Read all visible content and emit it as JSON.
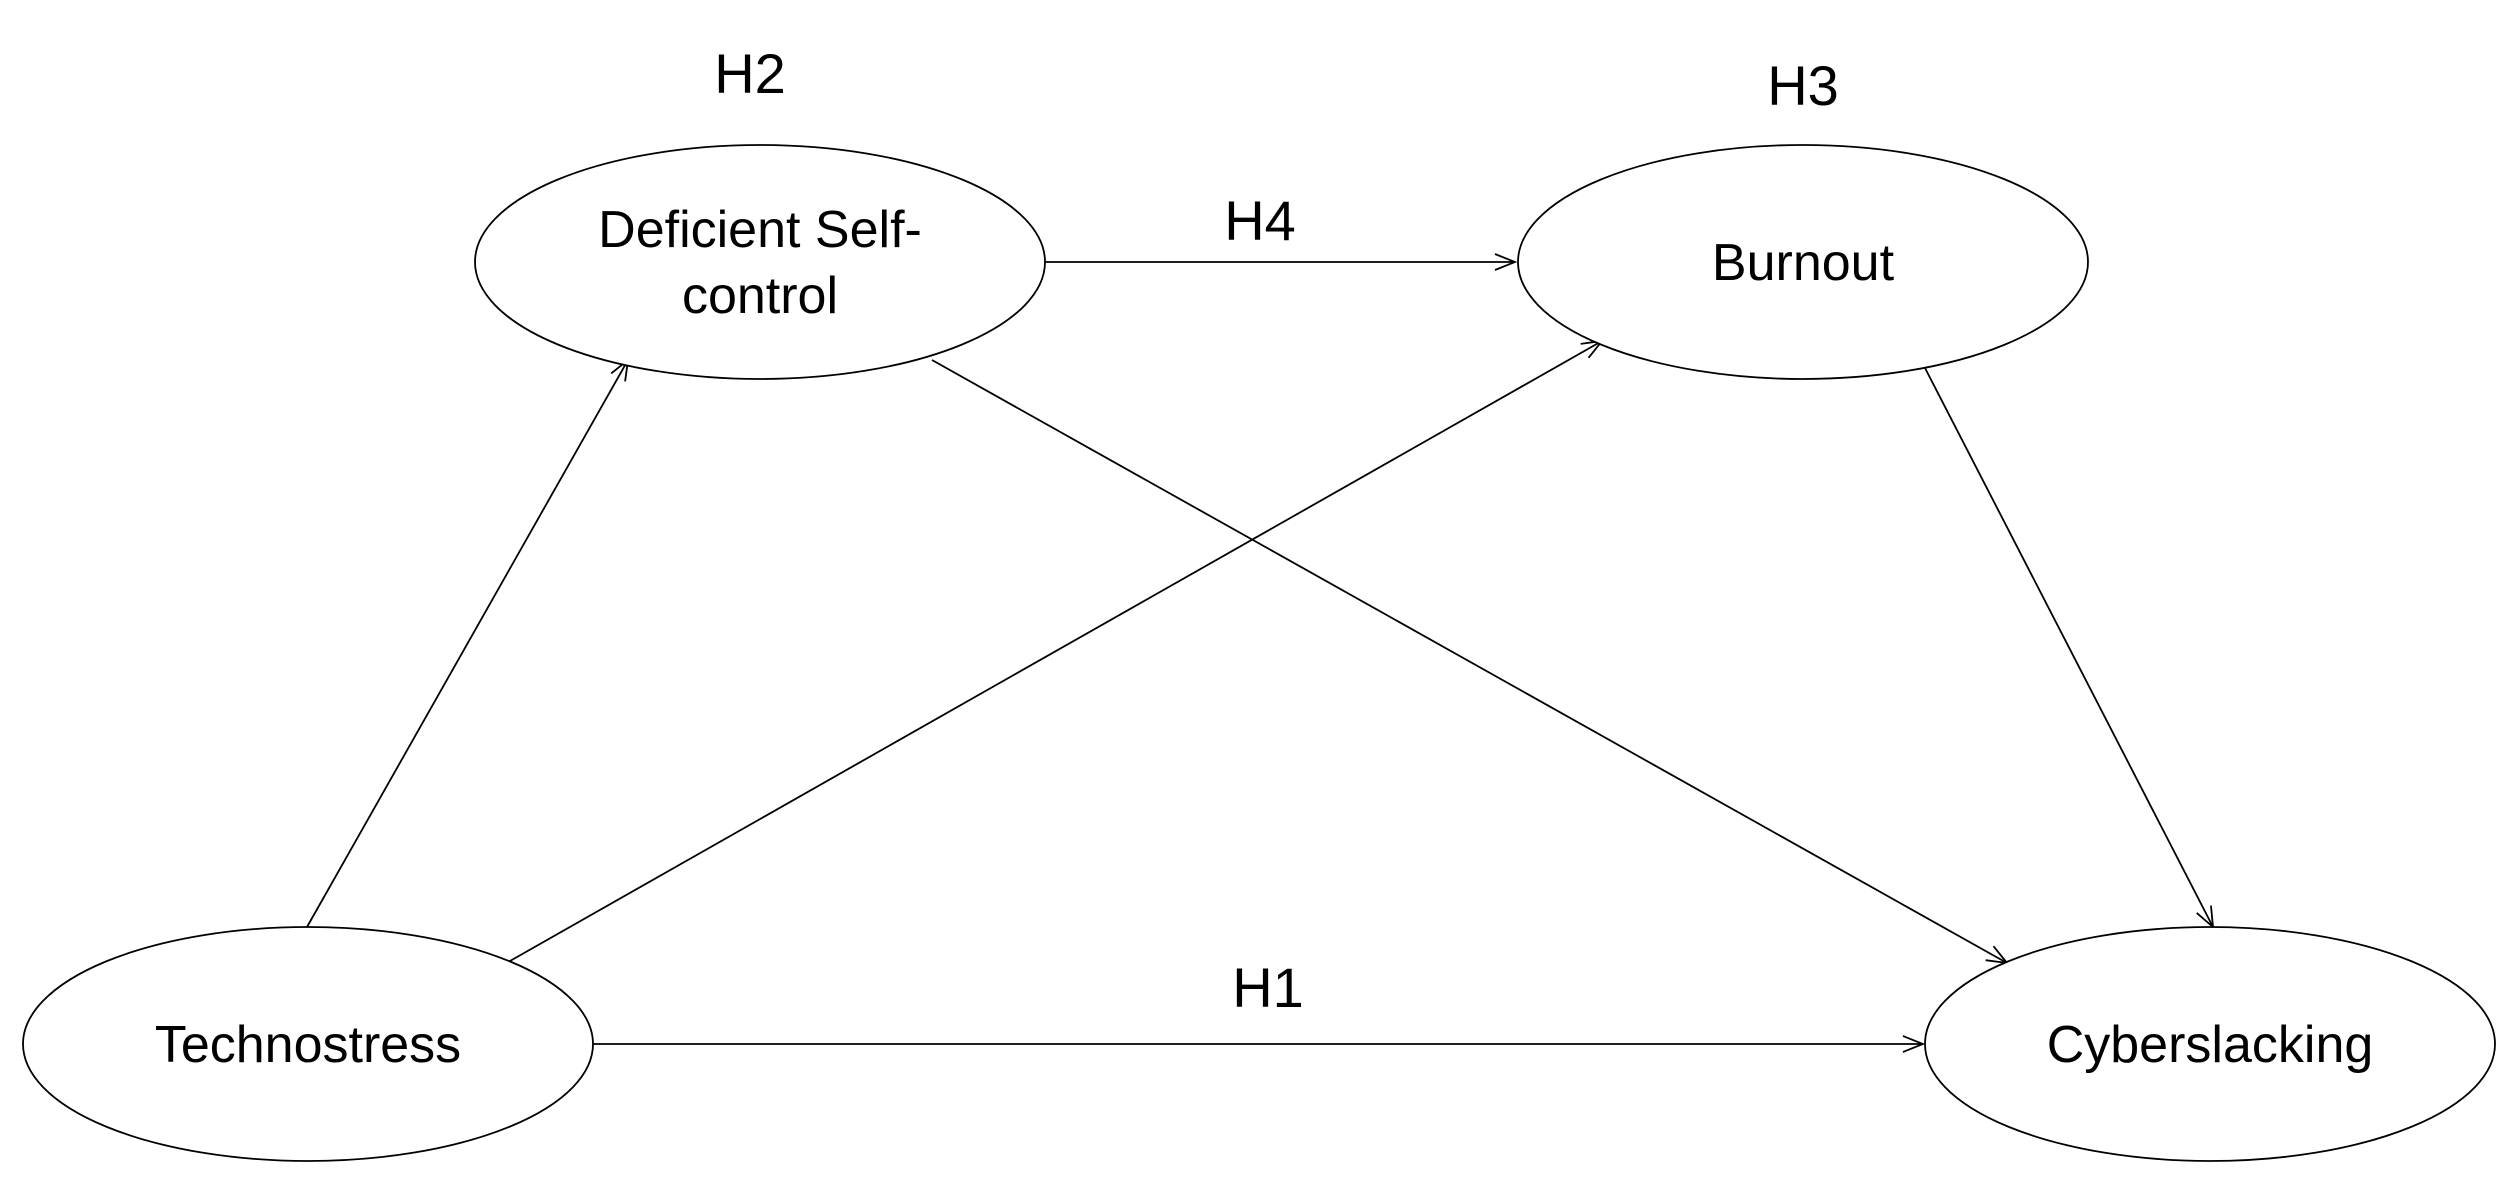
{
  "nodes": {
    "deficient_self_control": {
      "line1": "Deficient Self-",
      "line2": "control"
    },
    "burnout": {
      "label": "Burnout"
    },
    "technostress": {
      "label": "Technostress"
    },
    "cyberslacking": {
      "label": "Cyberslacking"
    }
  },
  "hypotheses": {
    "h1": "H1",
    "h2": "H2",
    "h3": "H3",
    "h4": "H4"
  },
  "edges": [
    {
      "from": "technostress",
      "to": "cyberslacking",
      "label": "H1"
    },
    {
      "from": "technostress",
      "to": "deficient_self_control"
    },
    {
      "from": "technostress",
      "to": "burnout"
    },
    {
      "from": "deficient_self_control",
      "to": "burnout",
      "label": "H4"
    },
    {
      "from": "deficient_self_control",
      "to": "cyberslacking"
    },
    {
      "from": "burnout",
      "to": "cyberslacking"
    }
  ],
  "colors": {
    "stroke": "#000000",
    "fill": "#ffffff",
    "text": "#000000"
  }
}
